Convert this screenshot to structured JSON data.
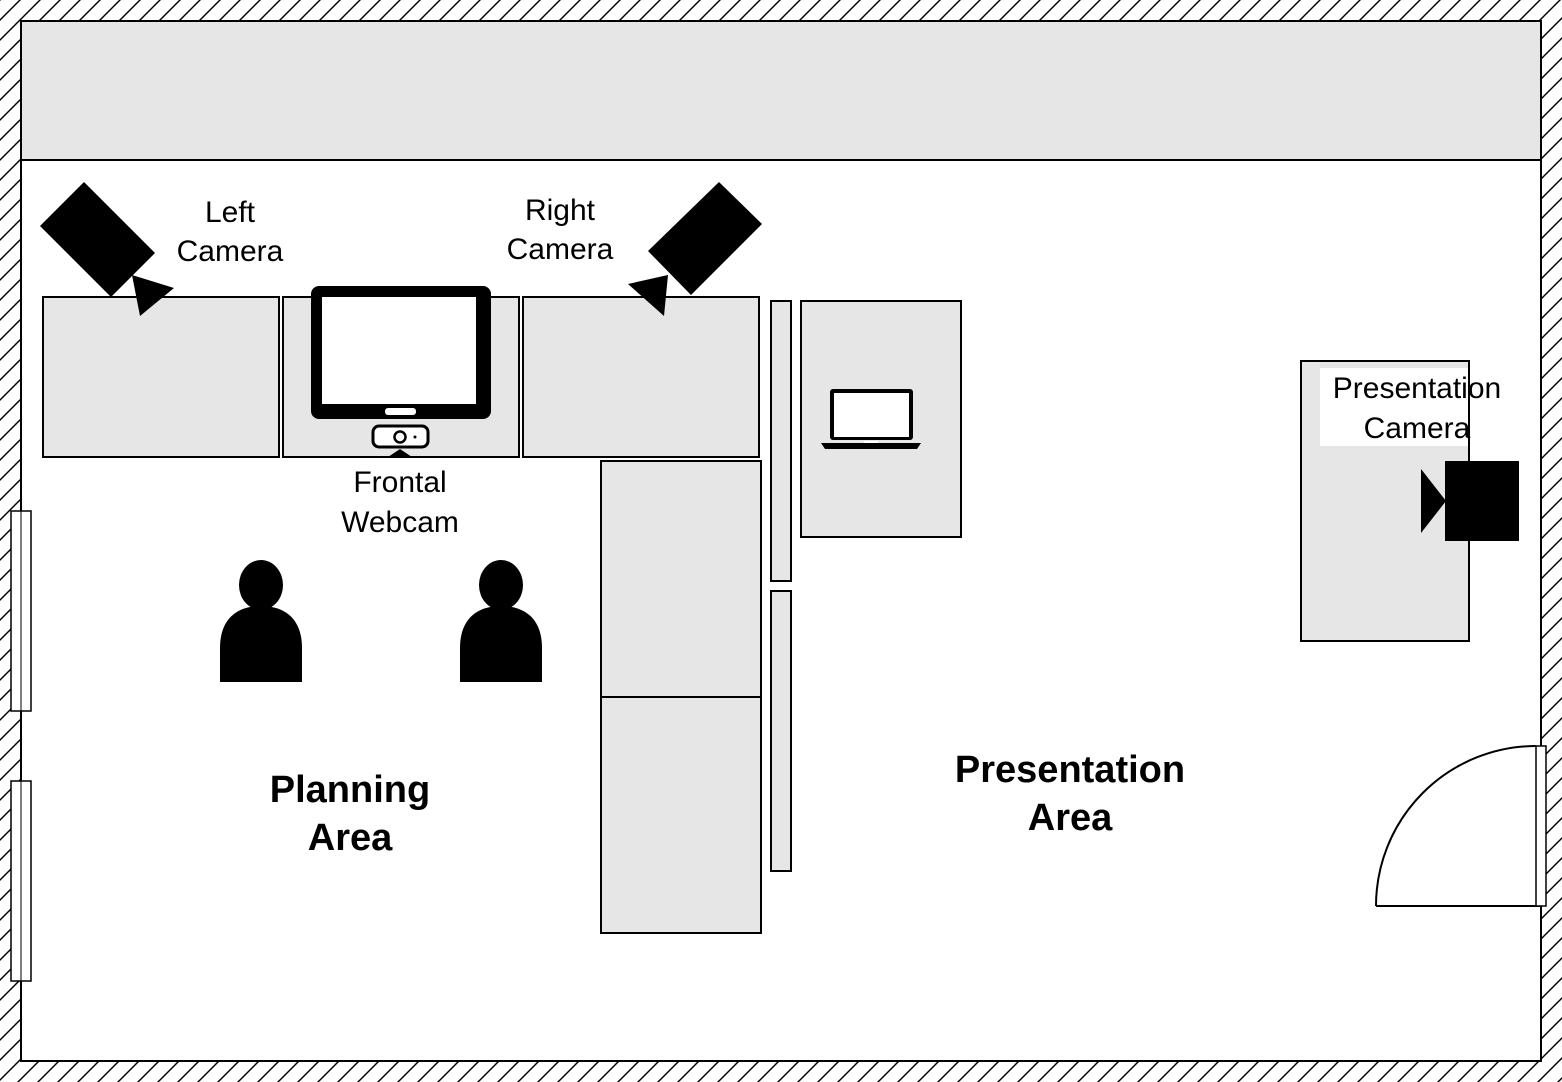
{
  "labels": {
    "left_camera": [
      "Left",
      "Camera"
    ],
    "right_camera": [
      "Right",
      "Camera"
    ],
    "frontal_webcam": [
      "Frontal",
      "Webcam"
    ],
    "presentation_camera": [
      "Presentation",
      "Camera"
    ],
    "planning_area": [
      "Planning",
      "Area"
    ],
    "presentation_area": [
      "Presentation",
      "Area"
    ]
  },
  "icons": {
    "camera": "camera-icon",
    "monitor": "monitor-icon",
    "webcam": "webcam-icon",
    "laptop": "laptop-icon",
    "person": "person-icon",
    "door": "door-icon",
    "window": "window-icon"
  },
  "colors": {
    "furniture_fill": "#e6e6e6",
    "outline": "#000000",
    "background": "#ffffff"
  }
}
